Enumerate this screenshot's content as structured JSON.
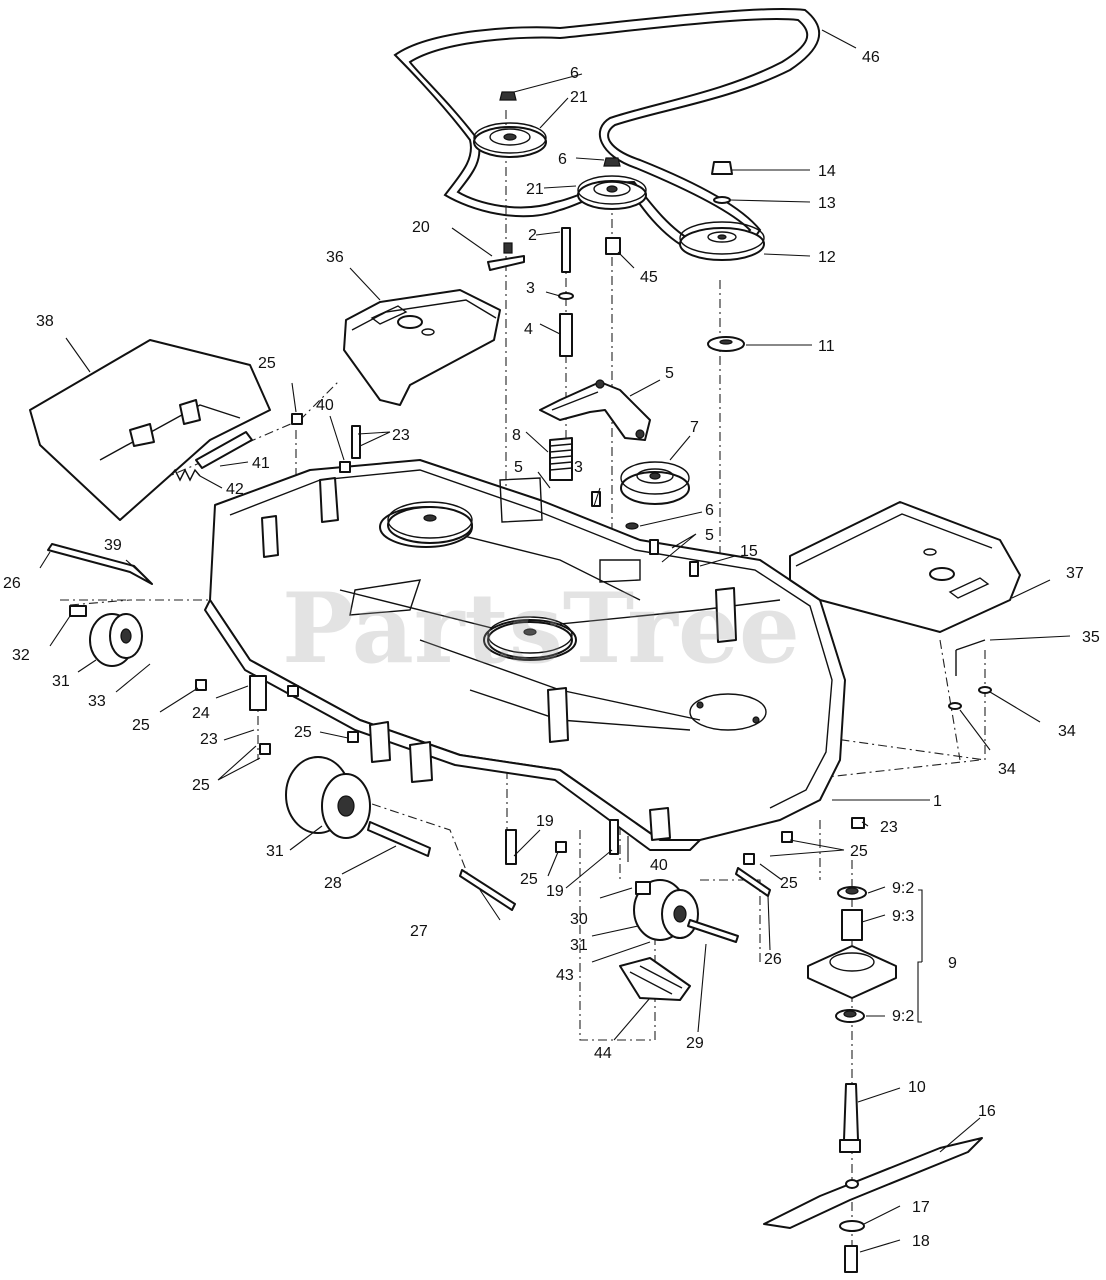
{
  "watermark": "PartsTree",
  "callouts": [
    {
      "id": "c1",
      "text": "1"
    },
    {
      "id": "c2",
      "text": "2"
    },
    {
      "id": "c3a",
      "text": "3"
    },
    {
      "id": "c3b",
      "text": "3"
    },
    {
      "id": "c4",
      "text": "4"
    },
    {
      "id": "c5a",
      "text": "5"
    },
    {
      "id": "c5b",
      "text": "5"
    },
    {
      "id": "c5c",
      "text": "5"
    },
    {
      "id": "c6a",
      "text": "6"
    },
    {
      "id": "c6b",
      "text": "6"
    },
    {
      "id": "c6c",
      "text": "6"
    },
    {
      "id": "c7",
      "text": "7"
    },
    {
      "id": "c8",
      "text": "8"
    },
    {
      "id": "c9",
      "text": "9"
    },
    {
      "id": "c92a",
      "text": "9:2"
    },
    {
      "id": "c93",
      "text": "9:3"
    },
    {
      "id": "c92b",
      "text": "9:2"
    },
    {
      "id": "c10",
      "text": "10"
    },
    {
      "id": "c11",
      "text": "11"
    },
    {
      "id": "c12",
      "text": "12"
    },
    {
      "id": "c13",
      "text": "13"
    },
    {
      "id": "c14",
      "text": "14"
    },
    {
      "id": "c15",
      "text": "15"
    },
    {
      "id": "c16",
      "text": "16"
    },
    {
      "id": "c17",
      "text": "17"
    },
    {
      "id": "c18",
      "text": "18"
    },
    {
      "id": "c19a",
      "text": "19"
    },
    {
      "id": "c19b",
      "text": "19"
    },
    {
      "id": "c20",
      "text": "20"
    },
    {
      "id": "c21a",
      "text": "21"
    },
    {
      "id": "c21b",
      "text": "21"
    },
    {
      "id": "c23a",
      "text": "23"
    },
    {
      "id": "c23b",
      "text": "23"
    },
    {
      "id": "c23c",
      "text": "23"
    },
    {
      "id": "c24",
      "text": "24"
    },
    {
      "id": "c25a",
      "text": "25"
    },
    {
      "id": "c25b",
      "text": "25"
    },
    {
      "id": "c25c",
      "text": "25"
    },
    {
      "id": "c25d",
      "text": "25"
    },
    {
      "id": "c25e",
      "text": "25"
    },
    {
      "id": "c25f",
      "text": "25"
    },
    {
      "id": "c25g",
      "text": "25"
    },
    {
      "id": "c26a",
      "text": "26"
    },
    {
      "id": "c26b",
      "text": "26"
    },
    {
      "id": "c27",
      "text": "27"
    },
    {
      "id": "c28",
      "text": "28"
    },
    {
      "id": "c29",
      "text": "29"
    },
    {
      "id": "c30",
      "text": "30"
    },
    {
      "id": "c31a",
      "text": "31"
    },
    {
      "id": "c31b",
      "text": "31"
    },
    {
      "id": "c31c",
      "text": "31"
    },
    {
      "id": "c32",
      "text": "32"
    },
    {
      "id": "c33",
      "text": "33"
    },
    {
      "id": "c34a",
      "text": "34"
    },
    {
      "id": "c34b",
      "text": "34"
    },
    {
      "id": "c35",
      "text": "35"
    },
    {
      "id": "c36",
      "text": "36"
    },
    {
      "id": "c37",
      "text": "37"
    },
    {
      "id": "c38",
      "text": "38"
    },
    {
      "id": "c39",
      "text": "39"
    },
    {
      "id": "c40a",
      "text": "40"
    },
    {
      "id": "c40b",
      "text": "40"
    },
    {
      "id": "c41",
      "text": "41"
    },
    {
      "id": "c42",
      "text": "42"
    },
    {
      "id": "c43",
      "text": "43"
    },
    {
      "id": "c44",
      "text": "44"
    },
    {
      "id": "c45",
      "text": "45"
    },
    {
      "id": "c46",
      "text": "46"
    }
  ]
}
